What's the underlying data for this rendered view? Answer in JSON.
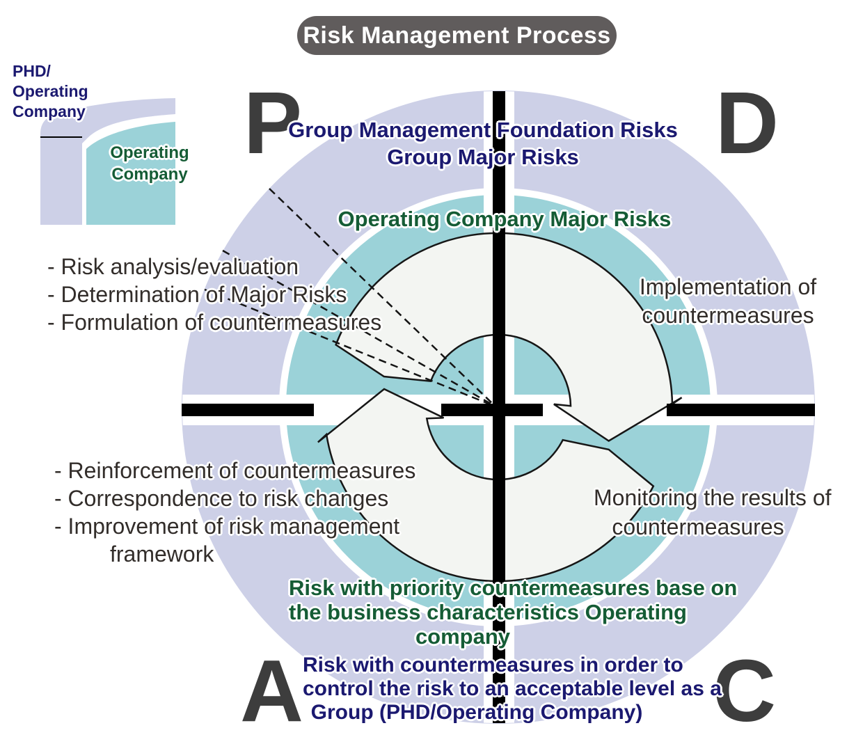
{
  "title": "Risk Management Process",
  "legend": {
    "phd_lines": [
      "PHD/",
      "Operating",
      "Company"
    ],
    "oc_lines": [
      "Operating",
      "Company"
    ]
  },
  "letters": {
    "plan": "P",
    "do": "D",
    "check": "C",
    "act": "A"
  },
  "rings": {
    "outer_top": [
      "Group Management Foundation Risks",
      "Group Major Risks"
    ],
    "middle_top": "Operating Company Major Risks",
    "middle_bottom": [
      "Risk with priority countermeasures base on",
      "the business characteristics Operating",
      "company"
    ],
    "outer_bottom": [
      "Risk with countermeasures in order to",
      "control the risk to an acceptable level as a",
      "Group (PHD/Operating Company)"
    ]
  },
  "annotations": {
    "plan_items": [
      "- Risk analysis/evaluation",
      "- Determination of Major Risks",
      "- Formulation of countermeasures"
    ],
    "do_label": [
      "Implementation of",
      "countermeasures"
    ],
    "act_items": [
      "- Reinforcement of countermeasures",
      "- Correspondence to risk changes",
      "- Improvement of risk management",
      "framework"
    ],
    "check_label": [
      "Monitoring the results of",
      "countermeasures"
    ]
  },
  "colors": {
    "lavender": "#cdd0e7",
    "teal": "#9bd2d8",
    "ring_white": "#f3f5f2",
    "cross_black": "#000000",
    "navy": "#1b1970",
    "green": "#155c35",
    "dark_text": "#322d2a",
    "letter_gray": "#3d3d3d",
    "pill_bg": "#605c5c",
    "pill_text": "#ffffff",
    "outline_white": "#ffffff"
  }
}
